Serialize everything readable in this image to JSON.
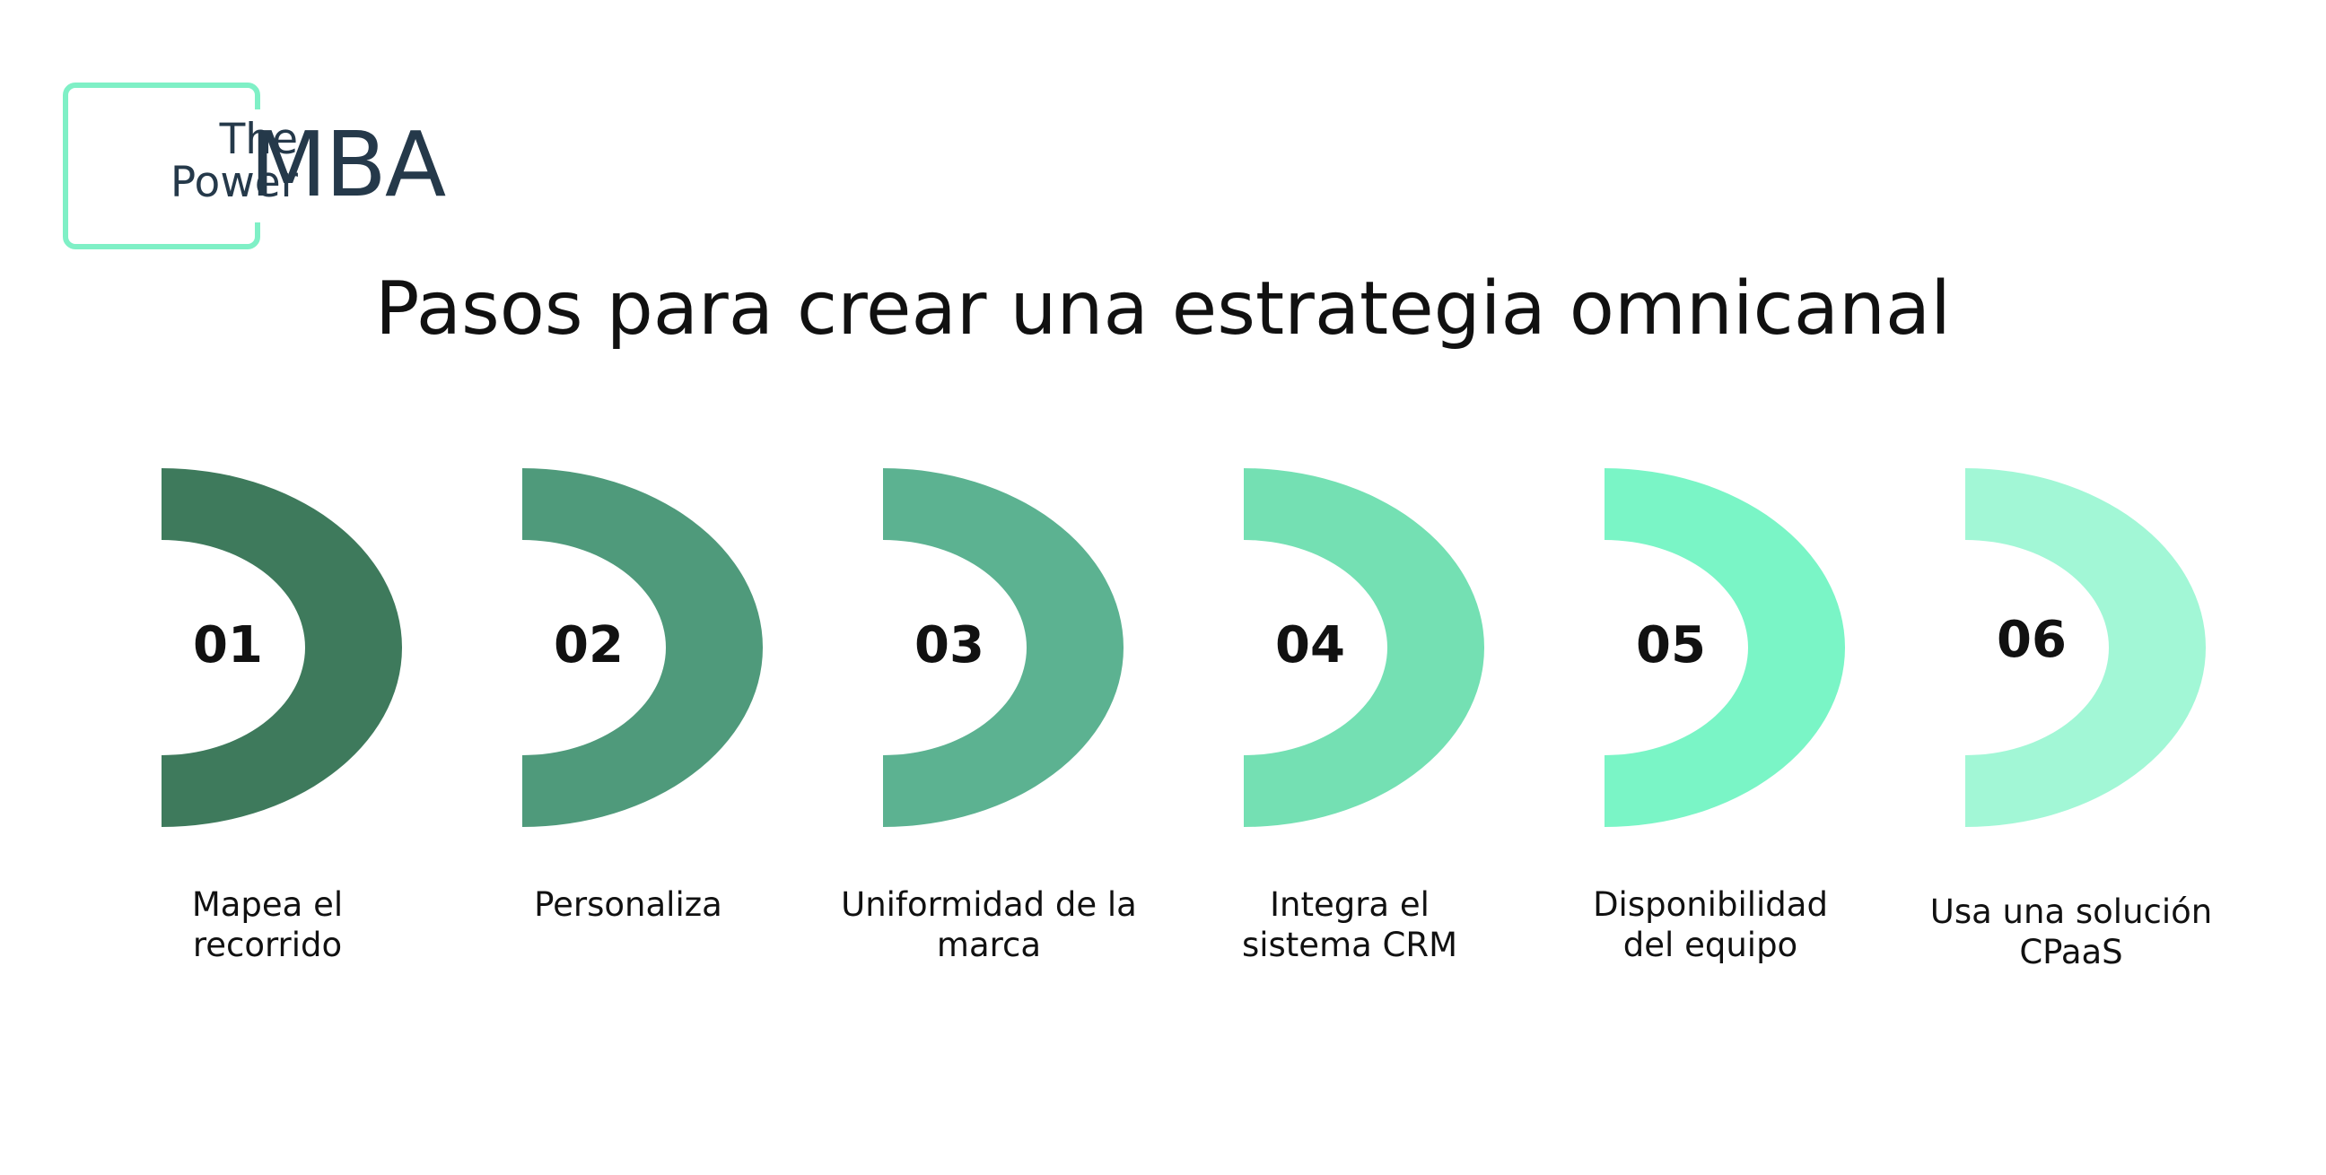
{
  "logo": {
    "line1": "The",
    "line2": "Power",
    "mark": "MBA",
    "accent_color": "#7ff0c6",
    "text_color": "#25394a"
  },
  "title": "Pasos para crear una estrategia omnicanal",
  "steps": [
    {
      "number": "01",
      "label_line1": "Mapea el",
      "label_line2": "recorrido",
      "color": "#3e7a5c"
    },
    {
      "number": "02",
      "label_line1": "Personaliza",
      "label_line2": "",
      "color": "#4f9a7b"
    },
    {
      "number": "03",
      "label_line1": "Uniformidad de la",
      "label_line2": "marca",
      "color": "#5cb291"
    },
    {
      "number": "04",
      "label_line1": "Integra el",
      "label_line2": "sistema CRM",
      "color": "#74e0b3"
    },
    {
      "number": "05",
      "label_line1": "Disponibilidad",
      "label_line2": "del equipo",
      "color": "#7af5c6"
    },
    {
      "number": "06",
      "label_line1": "Usa una solución",
      "label_line2": "CPaaS",
      "color": "#a2f7d6"
    }
  ]
}
